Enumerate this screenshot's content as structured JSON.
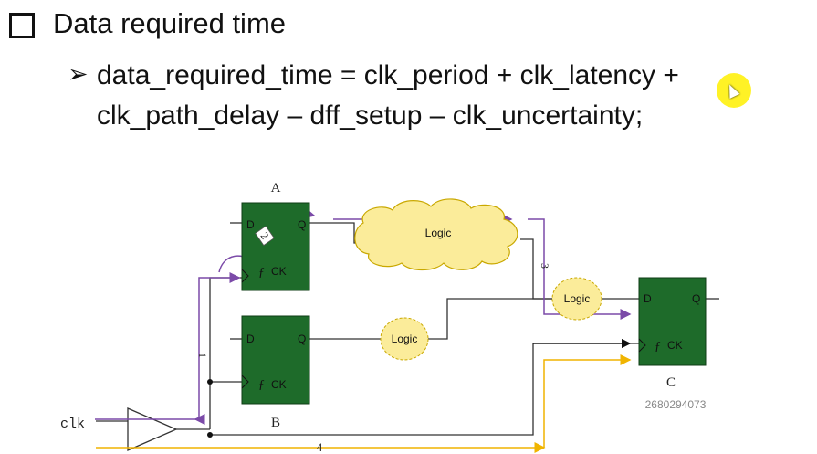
{
  "slide": {
    "heading": "Data required time",
    "formula_line1": "data_required_time = clk_period + clk_latency +",
    "formula_line2": "clk_path_delay – dff_setup – clk_uncertainty;"
  },
  "diagram": {
    "ff_a": {
      "label": "A",
      "d": "D",
      "q": "Q",
      "ck": "CK"
    },
    "ff_b": {
      "label": "B",
      "d": "D",
      "q": "Q",
      "ck": "CK"
    },
    "ff_c": {
      "label": "C",
      "d": "D",
      "q": "Q",
      "ck": "CK"
    },
    "logic_cloud": "Logic",
    "logic_b": "Logic",
    "logic_c": "Logic",
    "clk_input": "clk",
    "path_labels": {
      "p1": "1",
      "p2": "2",
      "p3": "3",
      "p4": "4"
    },
    "watermark": "2680294073"
  },
  "colors": {
    "ff_fill": "#1e6b2a",
    "logic_fill": "#fbec9a",
    "clock_path": "#7b4aa8",
    "data_path": "#7b4aa8",
    "orange_path": "#f0b400"
  }
}
